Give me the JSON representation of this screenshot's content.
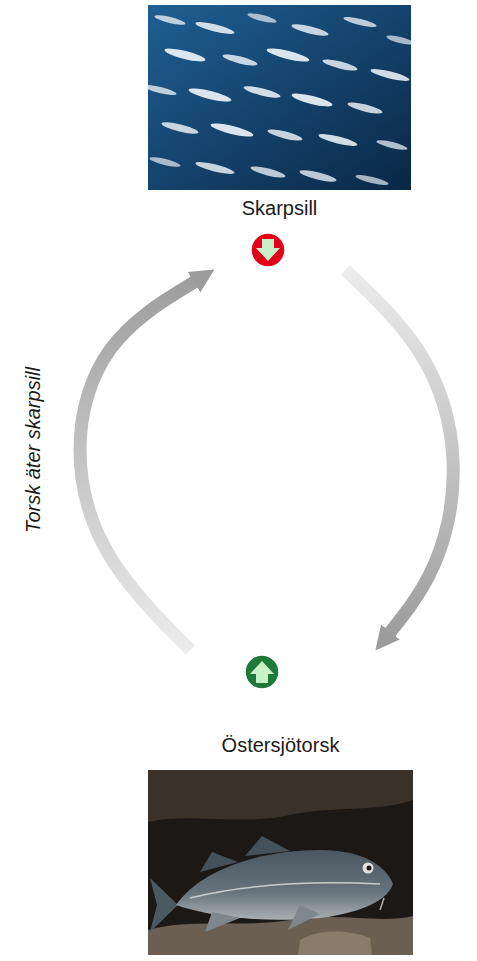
{
  "diagram": {
    "nodes": [
      {
        "text": [
          "Skarpsill"
        ]
      },
      {
        "text": [
          "Östersjötorsk"
        ]
      }
    ],
    "edges": [
      {
        "from": 1,
        "to": 0,
        "arrow": "to",
        "label": "Torsk äter skarpsill"
      },
      {
        "from": 0,
        "to": 1,
        "arrow": "to"
      }
    ]
  }
}
